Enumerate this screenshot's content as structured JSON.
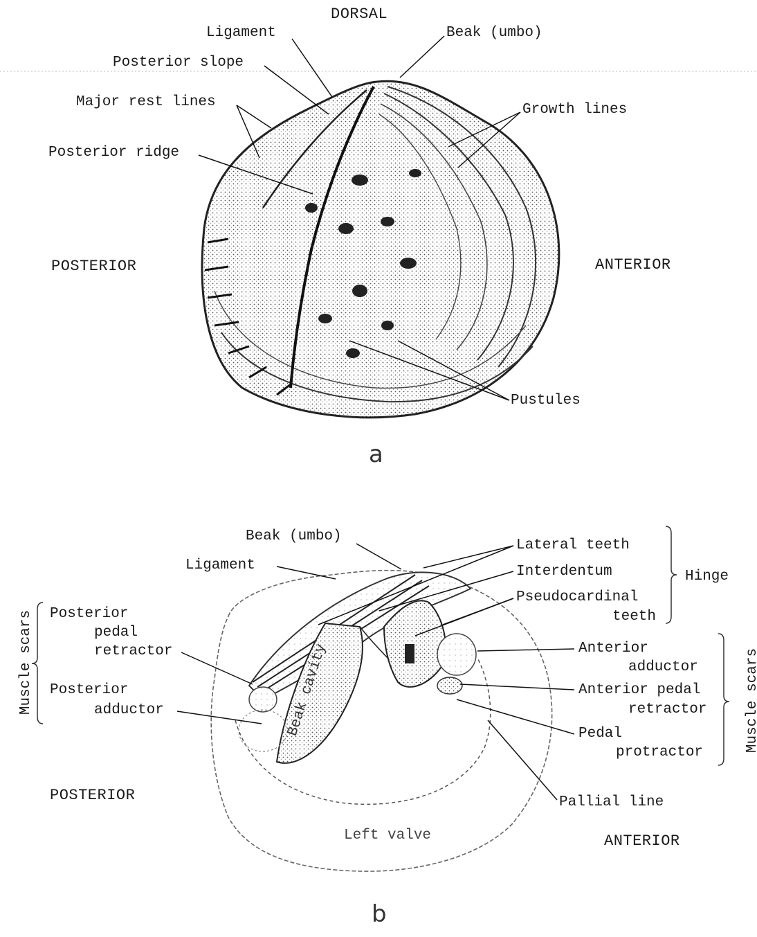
{
  "panel_a": {
    "letter": "a",
    "orientation": {
      "dorsal": "DORSAL",
      "posterior": "POSTERIOR",
      "anterior": "ANTERIOR"
    },
    "labels": {
      "ligament": "Ligament",
      "beak": "Beak (umbo)",
      "posterior_slope": "Posterior slope",
      "major_rest_lines": "Major rest lines",
      "growth_lines": "Growth lines",
      "posterior_ridge": "Posterior ridge",
      "pustules": "Pustules"
    }
  },
  "panel_b": {
    "letter": "b",
    "orientation": {
      "posterior": "POSTERIOR",
      "anterior": "ANTERIOR"
    },
    "labels": {
      "beak": "Beak (umbo)",
      "ligament": "Ligament",
      "lateral_teeth": "Lateral teeth",
      "interdentum": "Interdentum",
      "pseudocardinal_1": "Pseudocardinal",
      "pseudocardinal_2": "teeth",
      "hinge": "Hinge",
      "post_pedal_1": "Posterior",
      "post_pedal_2": "pedal",
      "post_pedal_3": "retractor",
      "post_adductor_1": "Posterior",
      "post_adductor_2": "adductor",
      "ant_adductor_1": "Anterior",
      "ant_adductor_2": "adductor",
      "ant_pedal_1": "Anterior pedal",
      "ant_pedal_2": "retractor",
      "pedal_protractor_1": "Pedal",
      "pedal_protractor_2": "protractor",
      "pallial_line": "Pallial line",
      "beak_cavity": "Beak cavity",
      "left_valve": "Left valve",
      "muscle_scars_left": "Muscle scars",
      "muscle_scars_right": "Muscle scars"
    }
  }
}
